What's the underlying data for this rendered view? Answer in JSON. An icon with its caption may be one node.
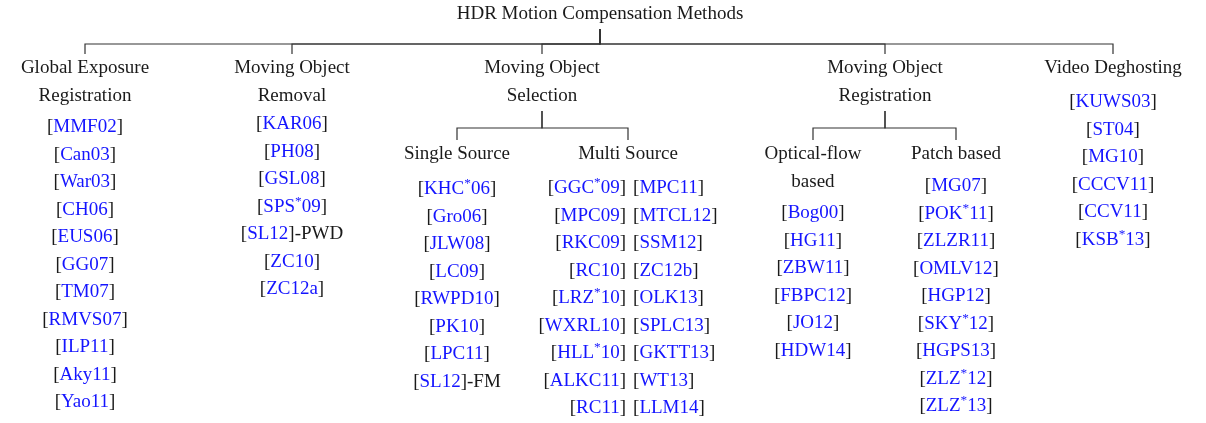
{
  "diagram": {
    "nodes": [
      {
        "text": [
          "HDR Motion Compensation Methods"
        ]
      },
      {
        "text": [
          "Global Exposure Registration"
        ],
        "beside": [
          "[MMF02]",
          "[Can03]",
          "[War03]",
          "[CH06]",
          "[EUS06]",
          "[GG07]",
          "[TM07]",
          "[RMVS07]",
          "[ILP11]",
          "[Aky11]",
          "[Yao11]"
        ]
      },
      {
        "text": [
          "Moving Object Removal"
        ],
        "beside": [
          "[KAR06]",
          "[PH08]",
          "[GSL08]",
          "[SPS$^{*}$09]",
          "[SL12]-PWD",
          "[ZC10]",
          "[ZC12a]"
        ]
      },
      {
        "text": [
          "Moving Object Selection"
        ]
      },
      {
        "text": [
          "Single Source"
        ],
        "beside": [
          "[KHC$^{*}$06]",
          "[Gro06]",
          "[JLW08]",
          "[LC09]",
          "[RWPD10]",
          "[PK10]",
          "[LPC11]",
          "[SL12]-FM"
        ]
      },
      {
        "text": [
          "Multi Source"
        ],
        "beside": [
          "[GGC$^{*}$09]",
          "[MPC09]",
          "[RKC09]",
          "[RC10]",
          "[LRZ$^{*}$10]",
          "[WXRL10]",
          "[HLL$^{*}$10]",
          "[ALKC11]",
          "[RC11]",
          "[MPC11]",
          "[MTCL12]",
          "[SSM12]",
          "[ZC12b]",
          "[OLK13]",
          "[SPLC13]",
          "[GKTT13]",
          "[WT13]",
          "[LLM14]"
        ]
      },
      {
        "text": [
          "Moving Object Registration"
        ]
      },
      {
        "text": [
          "Optical-flow based"
        ],
        "beside": [
          "[Bog00]",
          "[HG11]",
          "[ZBW11]",
          "[FBPC12]",
          "[JO12]",
          "[HDW14]"
        ]
      },
      {
        "text": [
          "Patch based"
        ],
        "beside": [
          "[MG07]",
          "[POK$^{*}$11]",
          "[ZLZR11]",
          "[OMLV12]",
          "[HGP12]",
          "[SKY$^{*}$12]",
          "[HGPS13]",
          "[ZLZ$^{*}$12]",
          "[ZLZ$^{*}$13]"
        ]
      },
      {
        "text": [
          "Video Deghosting"
        ],
        "beside": [
          "[KUWS03]",
          "[ST04]",
          "[MG10]",
          "[CCCV11]",
          "[CCV11]",
          "[KSB$^{*}$13]"
        ]
      }
    ],
    "edges": [
      {
        "from": 0,
        "to": 1,
        "arrow": "none"
      },
      {
        "from": 0,
        "to": 2,
        "arrow": "none"
      },
      {
        "from": 0,
        "to": 3,
        "arrow": "none"
      },
      {
        "from": 0,
        "to": 6,
        "arrow": "none"
      },
      {
        "from": 0,
        "to": 9,
        "arrow": "none"
      },
      {
        "from": 3,
        "to": 4,
        "arrow": "none"
      },
      {
        "from": 3,
        "to": 5,
        "arrow": "none"
      },
      {
        "from": 6,
        "to": 7,
        "arrow": "none"
      },
      {
        "from": 6,
        "to": 8,
        "arrow": "none"
      }
    ]
  }
}
